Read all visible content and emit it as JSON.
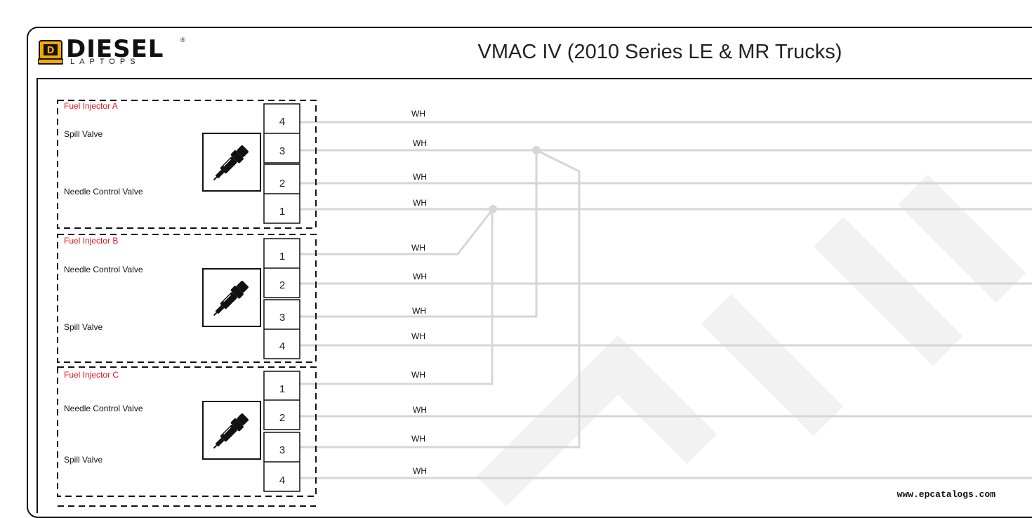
{
  "logo": {
    "brand": "DIESEL",
    "sub": "LAPTOPS",
    "reg": "®"
  },
  "title": "VMAC IV (2010 Series LE & MR Trucks)",
  "watermark": "www.epcatalogs.com",
  "injectors": [
    {
      "name": "Fuel Injector A",
      "labels": [
        "Spill Valve",
        "Needle Control Valve"
      ],
      "pins": [
        "4",
        "3",
        "2",
        "1"
      ]
    },
    {
      "name": "Fuel Injector B",
      "labels": [
        "Needle Control Valve",
        "Spill Valve"
      ],
      "pins": [
        "1",
        "2",
        "3",
        "4"
      ]
    },
    {
      "name": "Fuel Injector C",
      "labels": [
        "Needle Control Valve",
        "Spill Valve"
      ],
      "pins": [
        "1",
        "2",
        "3",
        "4"
      ]
    }
  ],
  "wire_label": "WH",
  "colors": {
    "wire": "#d6d6d6",
    "injector_title": "#e01b1b",
    "frame": "#111111"
  }
}
